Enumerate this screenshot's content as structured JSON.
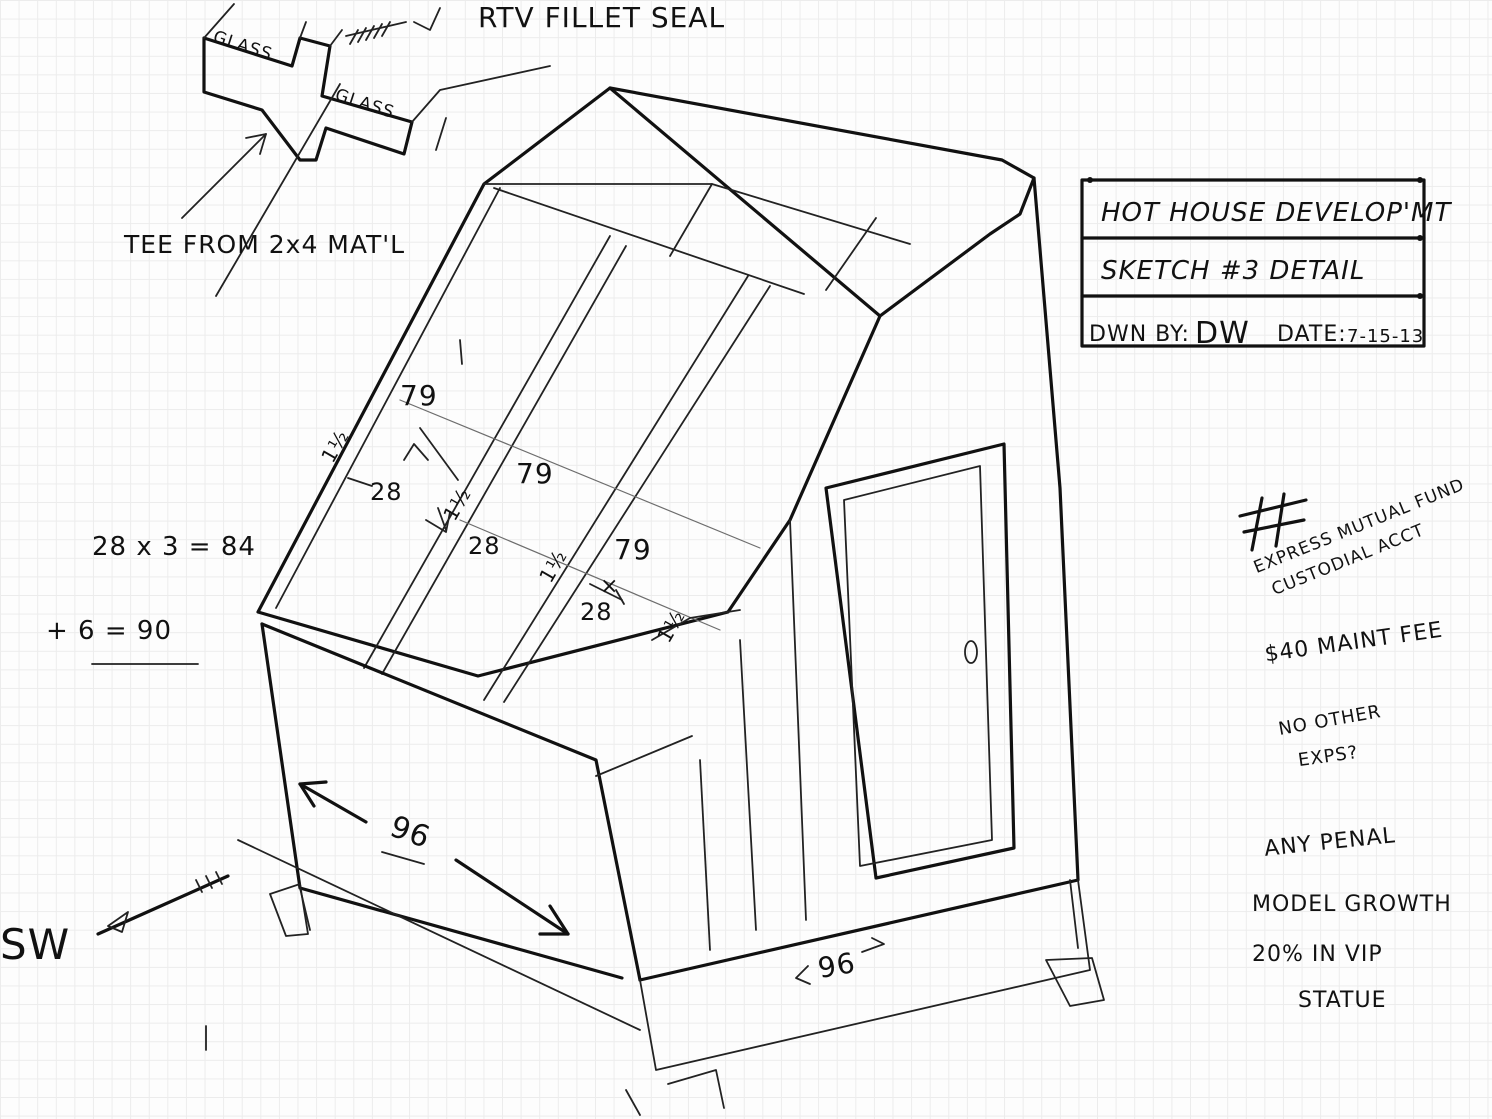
{
  "callout": {
    "seal_label": "RTV FILLET SEAL",
    "glass_left": "GLASS",
    "glass_right": "GLASS",
    "tee_label": "TEE FROM 2x4 MAT'L"
  },
  "dimensions": {
    "roof_length_top": "79",
    "roof_length_mid": "79",
    "roof_length_low": "79",
    "panel_width_1": "28",
    "panel_width_2": "28",
    "panel_width_3": "28",
    "frame_1": "1½",
    "frame_2": "1½",
    "frame_3": "1½",
    "frame_4": "1½",
    "times_sign": "×",
    "front_length": "96",
    "side_length": "96"
  },
  "calc": {
    "line1": "28 x 3 = 84",
    "line2": "+ 6 = 90"
  },
  "title_block": {
    "title": "HOT HOUSE DEVELOP'MT",
    "subtitle": "SKETCH #3 DETAIL",
    "drawn_by_label": "DWN BY:",
    "drawn_by_value": "DW",
    "date_label": "DATE:",
    "date_value": "7-15-13"
  },
  "compass": {
    "label": "SW"
  },
  "notes": {
    "hash": "#",
    "line1": "EXPRESS MUTUAL FUND",
    "line2": "CUSTODIAL ACCT",
    "line3": "$40 MAINT FEE",
    "line4": "NO OTHER",
    "line5": "EXPS?",
    "line6": "ANY PENAL",
    "line7": "MODEL GROWTH",
    "line8": "20% IN VIP",
    "line9": "STATUE"
  },
  "colors": {
    "ink": "#111111",
    "paper": "#fdfdfd",
    "grid": "#ececec"
  }
}
